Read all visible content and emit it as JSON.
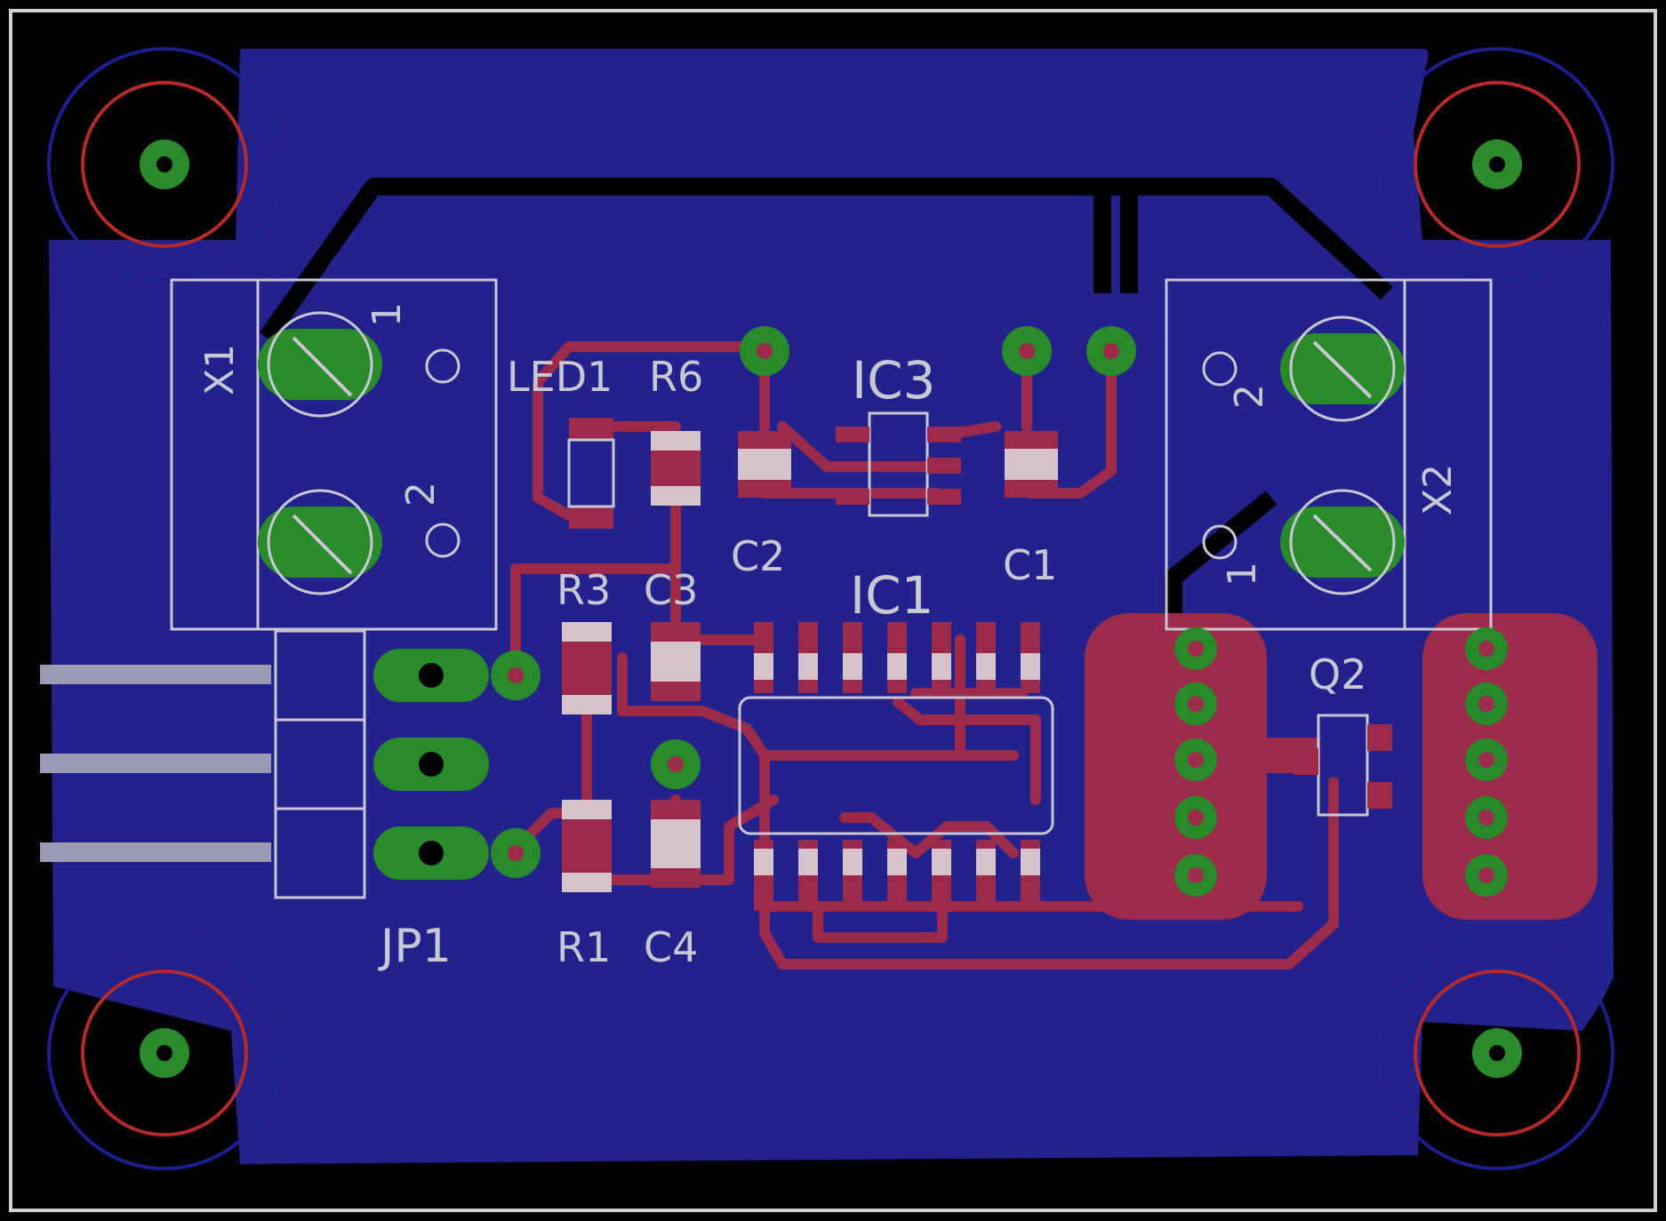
{
  "board": {
    "colors": {
      "background": "#000000",
      "outline": "#cfcfcf",
      "copper_bottom": "#23228d",
      "copper_top": "#9c2a4b",
      "pad_smd": "#d7c2c9",
      "via_ring": "#2a8b2a",
      "via_hole": "#9c2a4b",
      "silkscreen": "#c8c8d4",
      "keepout_circle": "#1e1e8e",
      "hole_circle": "#b52a2a",
      "header_pin": "#9a9ab4"
    }
  },
  "labels": {
    "x1": "X1",
    "x1_pin1": "1",
    "x1_pin2": "2",
    "x2": "X2",
    "x2_pin1": "1",
    "x2_pin2": "2",
    "led1": "LED1",
    "r6": "R6",
    "ic3": "IC3",
    "c2": "C2",
    "c1": "C1",
    "r3": "R3",
    "c3": "C3",
    "ic1": "IC1",
    "q2": "Q2",
    "jp1": "JP1",
    "r1": "R1",
    "c4": "C4"
  }
}
